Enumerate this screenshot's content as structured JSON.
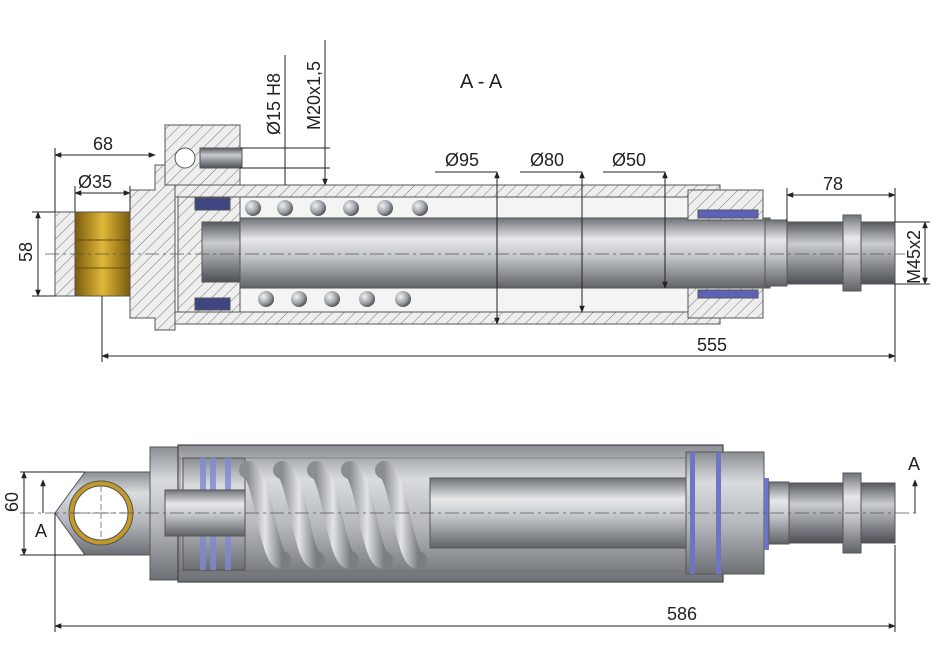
{
  "section_label": "A - A",
  "section_marker": "A",
  "dimensions": {
    "bore_pin": "Ø15 H8",
    "port_thread": "M20x1,5",
    "eye_offset": "68",
    "eye_bore": "Ø35",
    "eye_height": "58",
    "tube_outer": "Ø95",
    "tube_inner": "Ø80",
    "rod": "Ø50",
    "thread_length": "78",
    "rod_thread": "M45x2",
    "closed_length": "555",
    "eye_width": "60",
    "overall_length": "586"
  },
  "colors": {
    "steel": "#b9bcc0",
    "dark_steel": "#7d8186",
    "bronze": "#b8901e",
    "seal_blue": "#7c82c8",
    "dim_line": "#222222"
  }
}
